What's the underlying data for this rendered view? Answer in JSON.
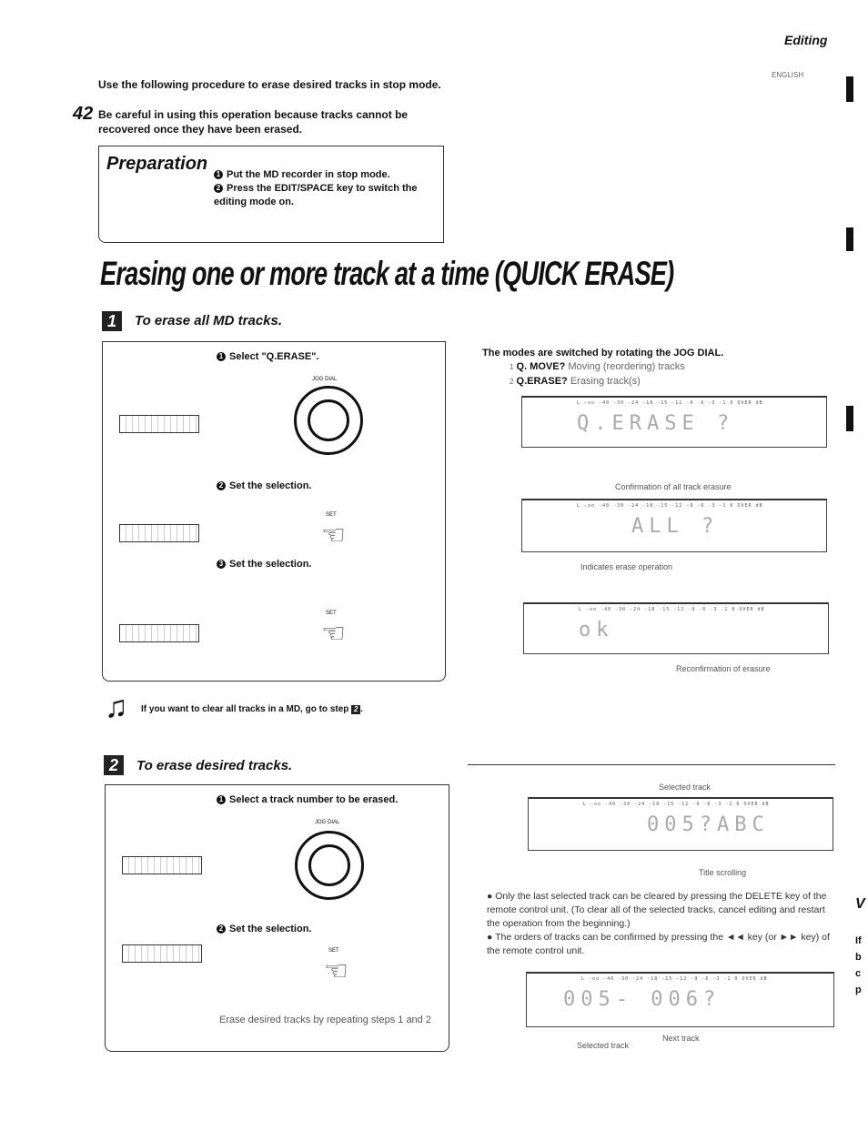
{
  "header": {
    "section": "Editing",
    "code": "ENGLISH"
  },
  "page_number": "42",
  "intro": {
    "line1": "Use the following procedure to erase desired tracks in stop mode.",
    "line2": "Be careful in using this operation because tracks cannot be recovered once they have been erased."
  },
  "preparation": {
    "title": "Preparation",
    "steps": [
      "Put the MD recorder in stop mode.",
      "Press the EDIT/SPACE key to switch the editing mode on."
    ]
  },
  "title": "Erasing one or more track at a time (QUICK ERASE)",
  "section1": {
    "badge": "1",
    "heading": "To erase all MD tracks.",
    "step1": "Select \"Q.ERASE\".",
    "jog_label": "JOG DIAL",
    "step2": "Set the selection.",
    "step3": "Set the selection.",
    "set_label": "SET"
  },
  "modes": {
    "intro": "The modes are switched by rotating the JOG DIAL.",
    "items": [
      {
        "n": "1",
        "key": "Q. MOVE?",
        "desc": "Moving (reordering) tracks"
      },
      {
        "n": "2",
        "key": "Q.ERASE?",
        "desc": "Erasing track(s)"
      }
    ]
  },
  "lcd": {
    "scale": "L -oo -40 -30 -24 -18 -15 -12 -9 -6 -3 -1 0 OVER dB",
    "d1": "Q.ERASE ?",
    "cap1": "Confirmation of all track erasure",
    "d2": "ALL ?",
    "cap2": "Indicates erase operation",
    "d3": "ok",
    "cap3": "Reconfirmation of erasure",
    "cap4_top": "Selected track",
    "d4": "005?ABC",
    "cap4": "Title scrolling",
    "d5": "005- 006?",
    "cap5a": "Selected track",
    "cap5b": "Next track"
  },
  "note": {
    "text": "If you want to clear all tracks in a MD, go to step",
    "step": "2"
  },
  "section2": {
    "badge": "2",
    "heading": "To erase desired tracks.",
    "step1": "Select a track number to be erased.",
    "jog_label": "JOG DIAL",
    "step2": "Set the selection.",
    "set_label": "SET",
    "repeat": "Erase desired tracks by repeating steps 1 and 2"
  },
  "bullets": [
    "Only the last selected track can be cleared by pressing the DELETE key of the remote control unit. (To clear all of the selected tracks, cancel editing and restart the operation from the beginning.)",
    "The orders of tracks can be confirmed by pressing the ◄◄ key (or ►► key) of the remote control unit."
  ],
  "right_edge": {
    "letters": [
      "If",
      "b",
      "c",
      "p"
    ],
    "v": "V"
  }
}
